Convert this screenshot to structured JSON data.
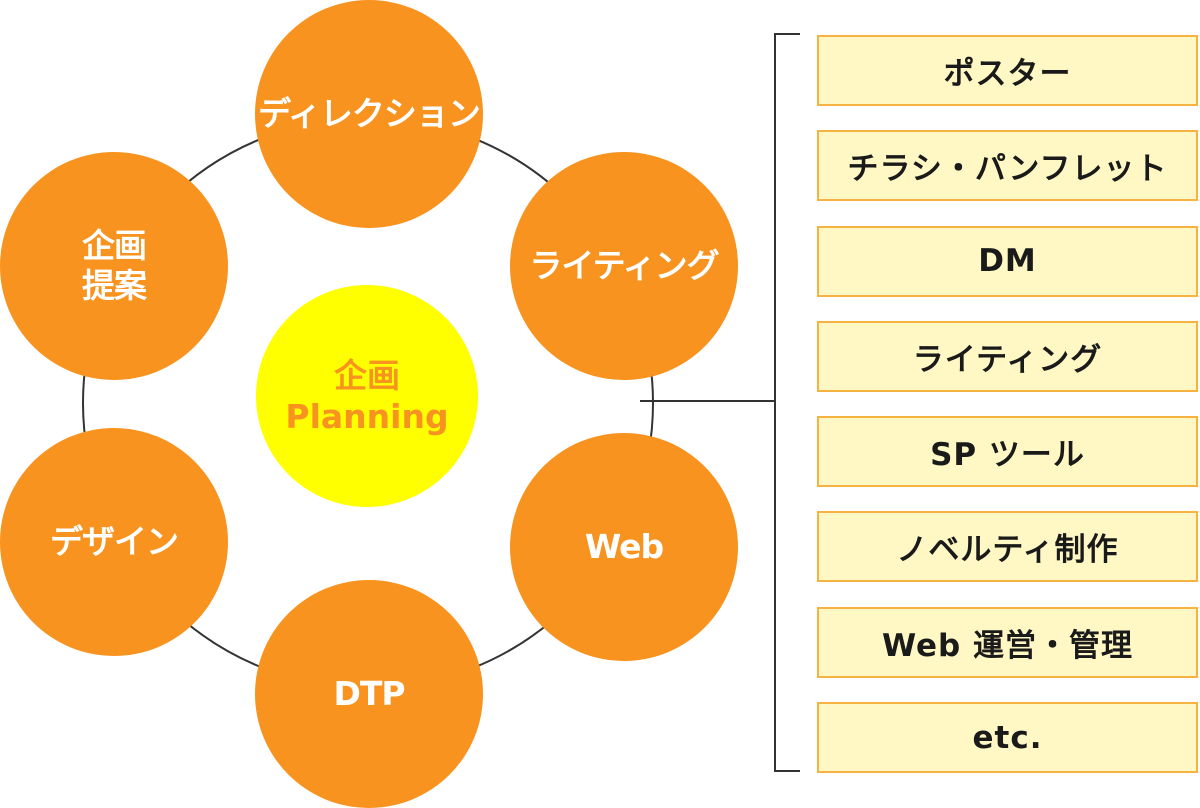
{
  "center": {
    "title": "企画",
    "subtitle": "Planning"
  },
  "services": {
    "direction": "ディレクション",
    "writing": "ライティング",
    "web": "Web",
    "dtp": "DTP",
    "design": "デザイン",
    "proposal_line1": "企画",
    "proposal_line2": "提案"
  },
  "deliverables": [
    "ポスター",
    "チラシ・パンフレット",
    "DM",
    "ライティング",
    "SP ツール",
    "ノベルティ制作",
    "Web 運営・管理",
    "etc."
  ],
  "colors": {
    "service_circle": "#f7931e",
    "center_circle": "#ffff00",
    "center_text": "#f7931e",
    "deliverable_fill": "#fff8c4",
    "deliverable_border": "#f7b342",
    "line": "#333333"
  }
}
